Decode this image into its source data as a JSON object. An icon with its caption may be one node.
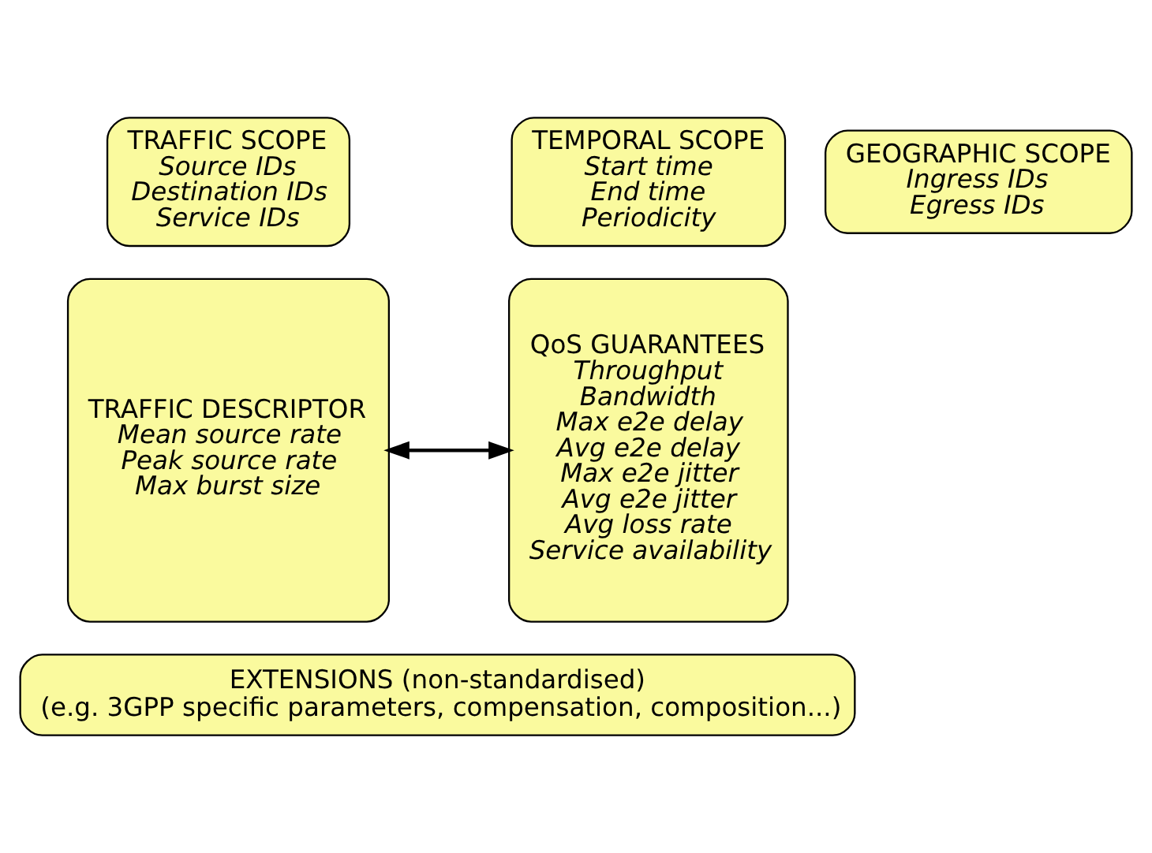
{
  "diagram": {
    "nodes": [
      {
        "text": [
          "TRAFFIC SCOPE",
          "Source IDs",
          "Destination IDs",
          "Service IDs"
        ]
      },
      {
        "text": [
          "GEOGRAPHIC SCOPE",
          "Ingress IDs",
          "Egress IDs"
        ]
      },
      {
        "text": [
          "TEMPORAL SCOPE",
          "Start time",
          "End time",
          "Periodicity"
        ]
      },
      {
        "text": [
          "TRAFFIC DESCRIPTOR",
          "Mean source rate",
          "Peak source rate",
          "Max burst size"
        ]
      },
      {
        "text": [
          "QoS GUARANTEES",
          "Throughput",
          "Bandwidth",
          "Max e2e delay",
          "Avg e2e delay",
          "Max e2e jitter",
          "Avg e2e jitter",
          "Avg loss rate",
          "Service availability"
        ]
      },
      {
        "text": [
          "EXTENSIONS (non-standardised)",
          "(e.g. 3GPP specific parameters, compensation, composition...)"
        ]
      }
    ],
    "edges": [
      {
        "from": 3,
        "to": 4,
        "arrow": "both"
      }
    ]
  }
}
